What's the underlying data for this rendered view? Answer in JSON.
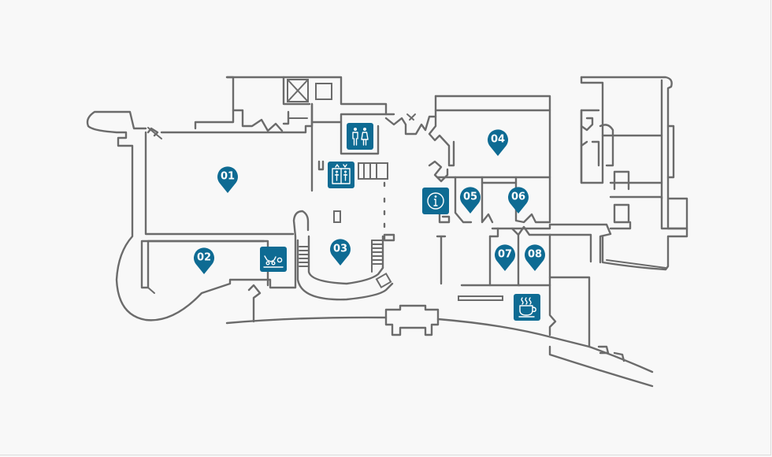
{
  "map": {
    "colors": {
      "background": "#f8f8f8",
      "walls": "#6b6b6b",
      "marker": "#0e6b93",
      "marker_text": "#ffffff"
    },
    "room_markers": [
      {
        "id": "01"
      },
      {
        "id": "02"
      },
      {
        "id": "03"
      },
      {
        "id": "04"
      },
      {
        "id": "05"
      },
      {
        "id": "06"
      },
      {
        "id": "07"
      },
      {
        "id": "08"
      }
    ],
    "facility_icons": [
      {
        "type": "restroom-icon"
      },
      {
        "type": "elevator-icon"
      },
      {
        "type": "information-icon"
      },
      {
        "type": "shuttle-bus-icon"
      },
      {
        "type": "coffee-icon"
      }
    ]
  }
}
